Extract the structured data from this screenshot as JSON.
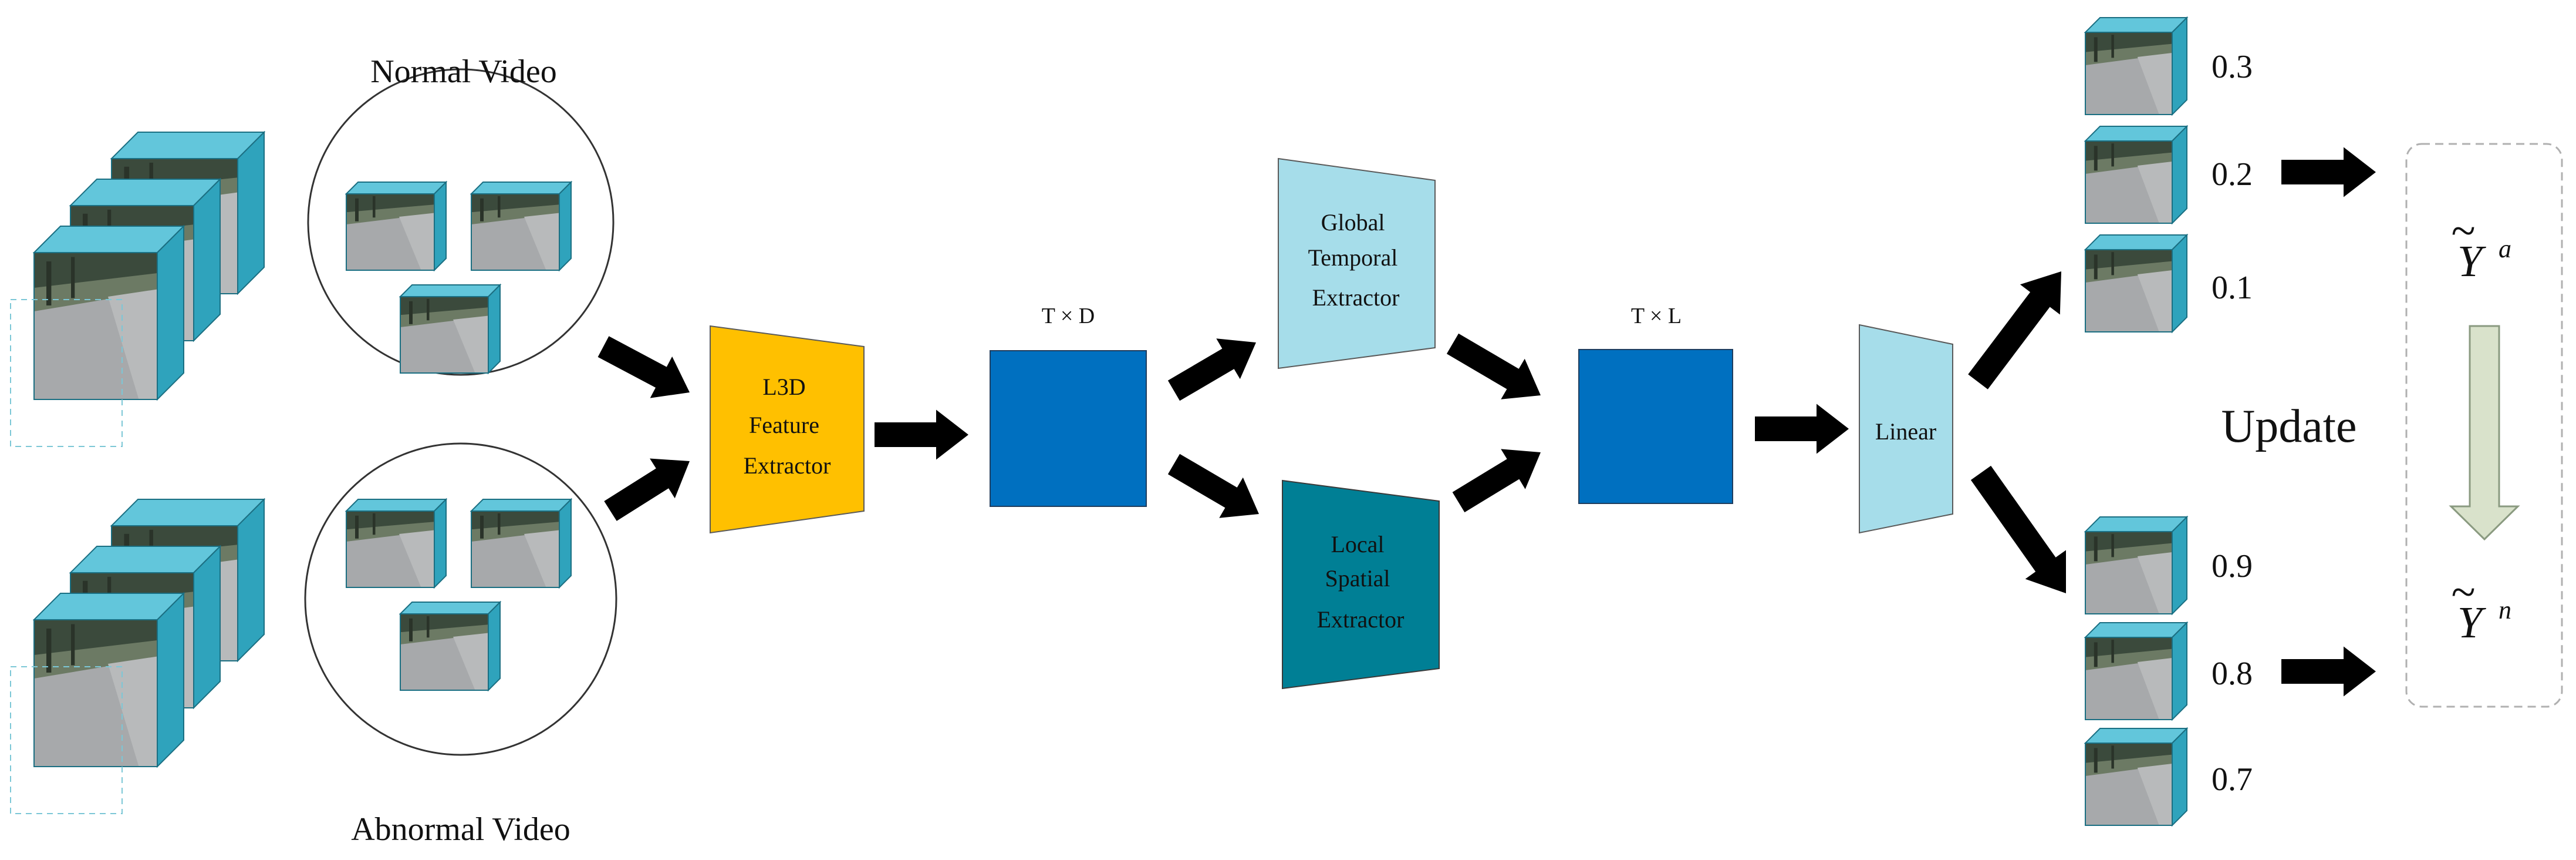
{
  "labels": {
    "normal_video": "Normal Video",
    "abnormal_video": "Abnormal Video",
    "feature_extractor": [
      "L3D",
      "Feature",
      "Extractor"
    ],
    "td_dim": "T × D",
    "global_extractor": [
      "Global",
      "Temporal",
      "Extractor"
    ],
    "local_extractor": [
      "Local",
      "Spatial",
      "Extractor"
    ],
    "tl_dim": "T × L",
    "linear": "Linear",
    "update": "Update",
    "y_base": "Y",
    "y_tilde": "~",
    "y_a_sup": "a",
    "y_n_sup": "n"
  },
  "scores": {
    "top": [
      "0.3",
      "0.2",
      "0.1"
    ],
    "bottom": [
      "0.9",
      "0.8",
      "0.7"
    ]
  },
  "colors": {
    "feature_extractor": "#FFC000",
    "matrix": "#0070C0",
    "global_extractor": "#A6DDEA",
    "local_extractor": "#007F95",
    "linear": "#A6DDEA",
    "cube_top": "#62C6DB",
    "cube_side": "#2FA3BC",
    "frame_floor": "#9A9A9A",
    "update_arrow": "#D9E2CB",
    "arrow": "#000000"
  },
  "icons": {
    "arrow": "block-arrow-icon",
    "update": "down-arrow-icon"
  }
}
